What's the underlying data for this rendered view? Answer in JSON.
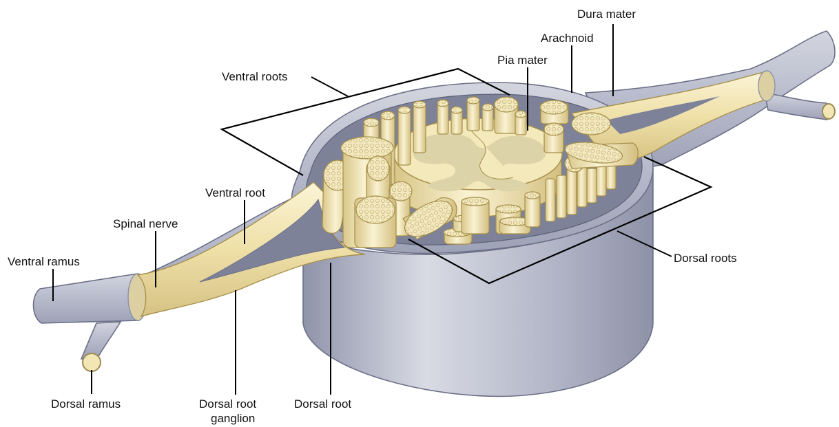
{
  "labels": {
    "dura_mater": "Dura mater",
    "arachnoid": "Arachnoid",
    "pia_mater": "Pia mater",
    "ventral_roots": "Ventral roots",
    "ventral_root": "Ventral root",
    "spinal_nerve": "Spinal nerve",
    "ventral_ramus": "Ventral ramus",
    "dorsal_ramus": "Dorsal ramus",
    "dorsal_root_ganglion_line1": "Dorsal root",
    "dorsal_root_ganglion_line2": "ganglion",
    "dorsal_root": "Dorsal root",
    "dorsal_roots": "Dorsal roots"
  },
  "colors": {
    "meninges": "#b9bccb",
    "meninges_dark": "#8e92a8",
    "cavity": "#7f8499",
    "nerve": "#f0e3b0",
    "nerve_light": "#f8f0cc",
    "cord_white": "#f3e7b6",
    "cord_gray": "#d9cfa4"
  }
}
